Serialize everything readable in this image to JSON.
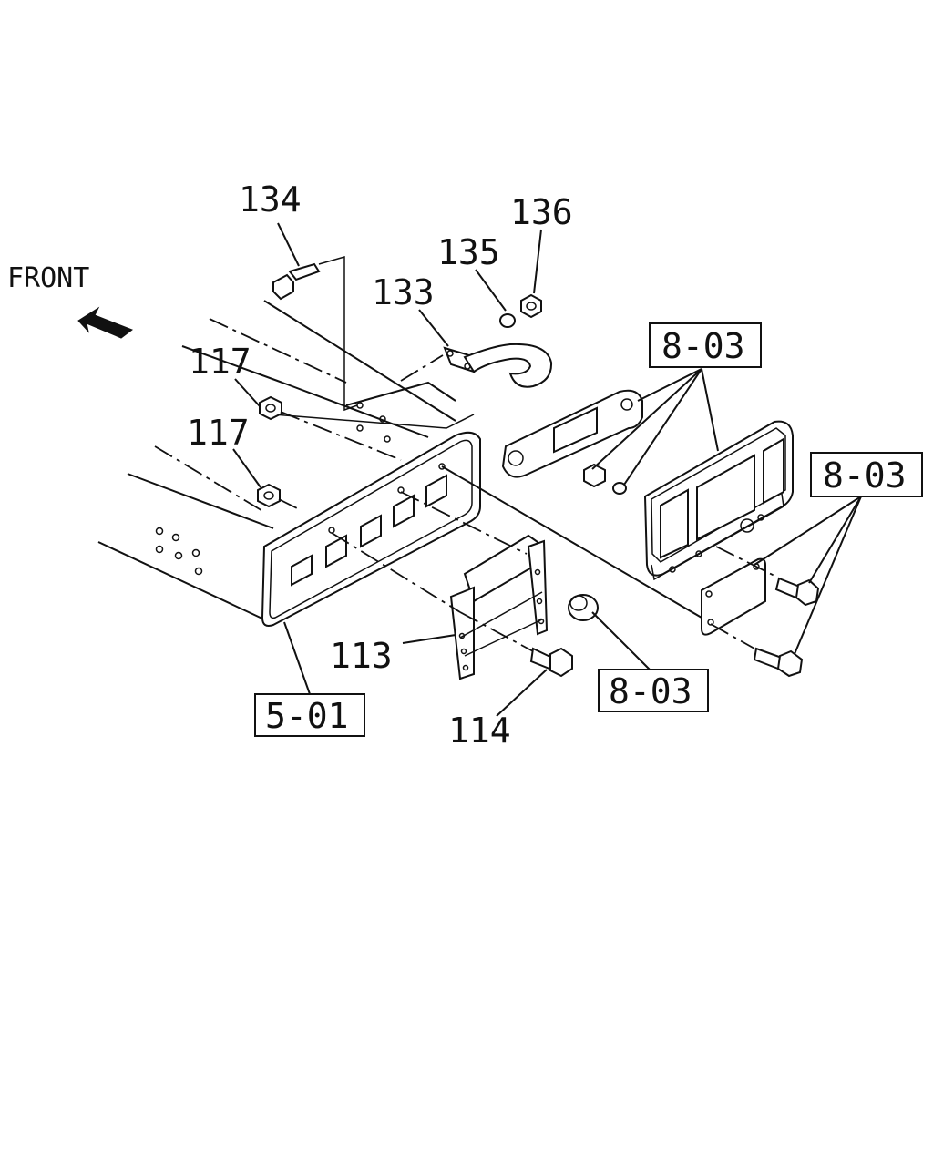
{
  "orientation": {
    "label": "FRONT"
  },
  "callouts": {
    "p134": "134",
    "p136": "136",
    "p135": "135",
    "p133": "133",
    "p117a": "117",
    "p117b": "117",
    "p113": "113",
    "p114": "114"
  },
  "references": {
    "ref_lamp_upper": "8-03",
    "ref_lamp_right": "8-03",
    "ref_lamp_lower": "8-03",
    "ref_frame": "5-01"
  }
}
